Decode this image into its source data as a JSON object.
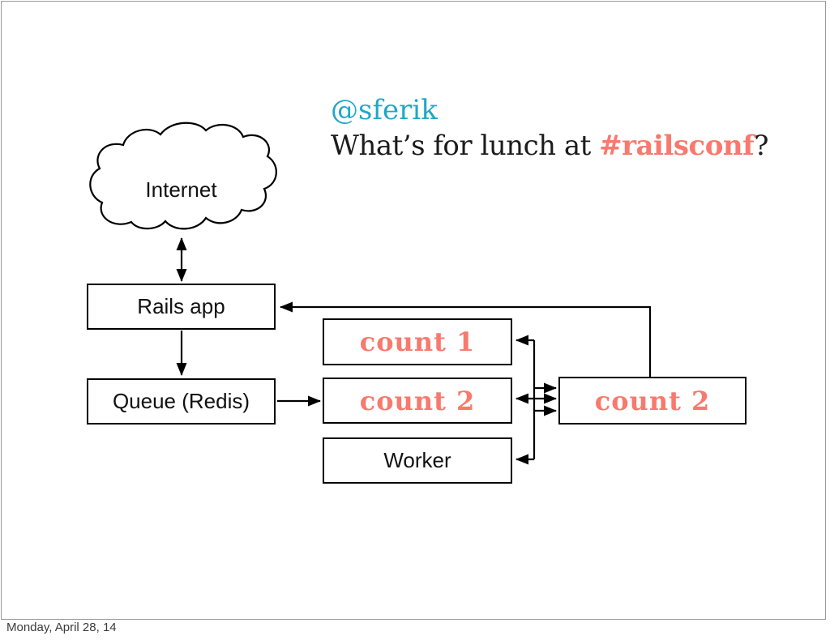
{
  "slide": {
    "headline": {
      "handle": "@sferik",
      "question_prefix": "What’s for lunch at ",
      "hashtag": "#railsconf",
      "question_suffix": "?"
    },
    "footer_date": "Monday, April 28, 14"
  },
  "diagram": {
    "nodes": {
      "internet": "Internet",
      "rails_app": "Rails app",
      "queue": "Queue (Redis)",
      "count1": "count 1",
      "count2_left": "count 2",
      "worker": "Worker",
      "count2_right": "count 2"
    },
    "edges": [
      "Internet <-> Rails app",
      "Rails app -> Queue (Redis)",
      "Queue (Redis) -> count 2",
      "count 2 (right) -> Rails app",
      "connector -> count 1",
      "connector <-> count 2 (left/right)",
      "connector -> Worker"
    ]
  },
  "colors": {
    "accent_teal": "#1fa8c6",
    "accent_salmon": "#f8796e",
    "stroke": "#000000",
    "frame_gray": "#9a9a9a",
    "footer_text": "#3b3b3b"
  }
}
